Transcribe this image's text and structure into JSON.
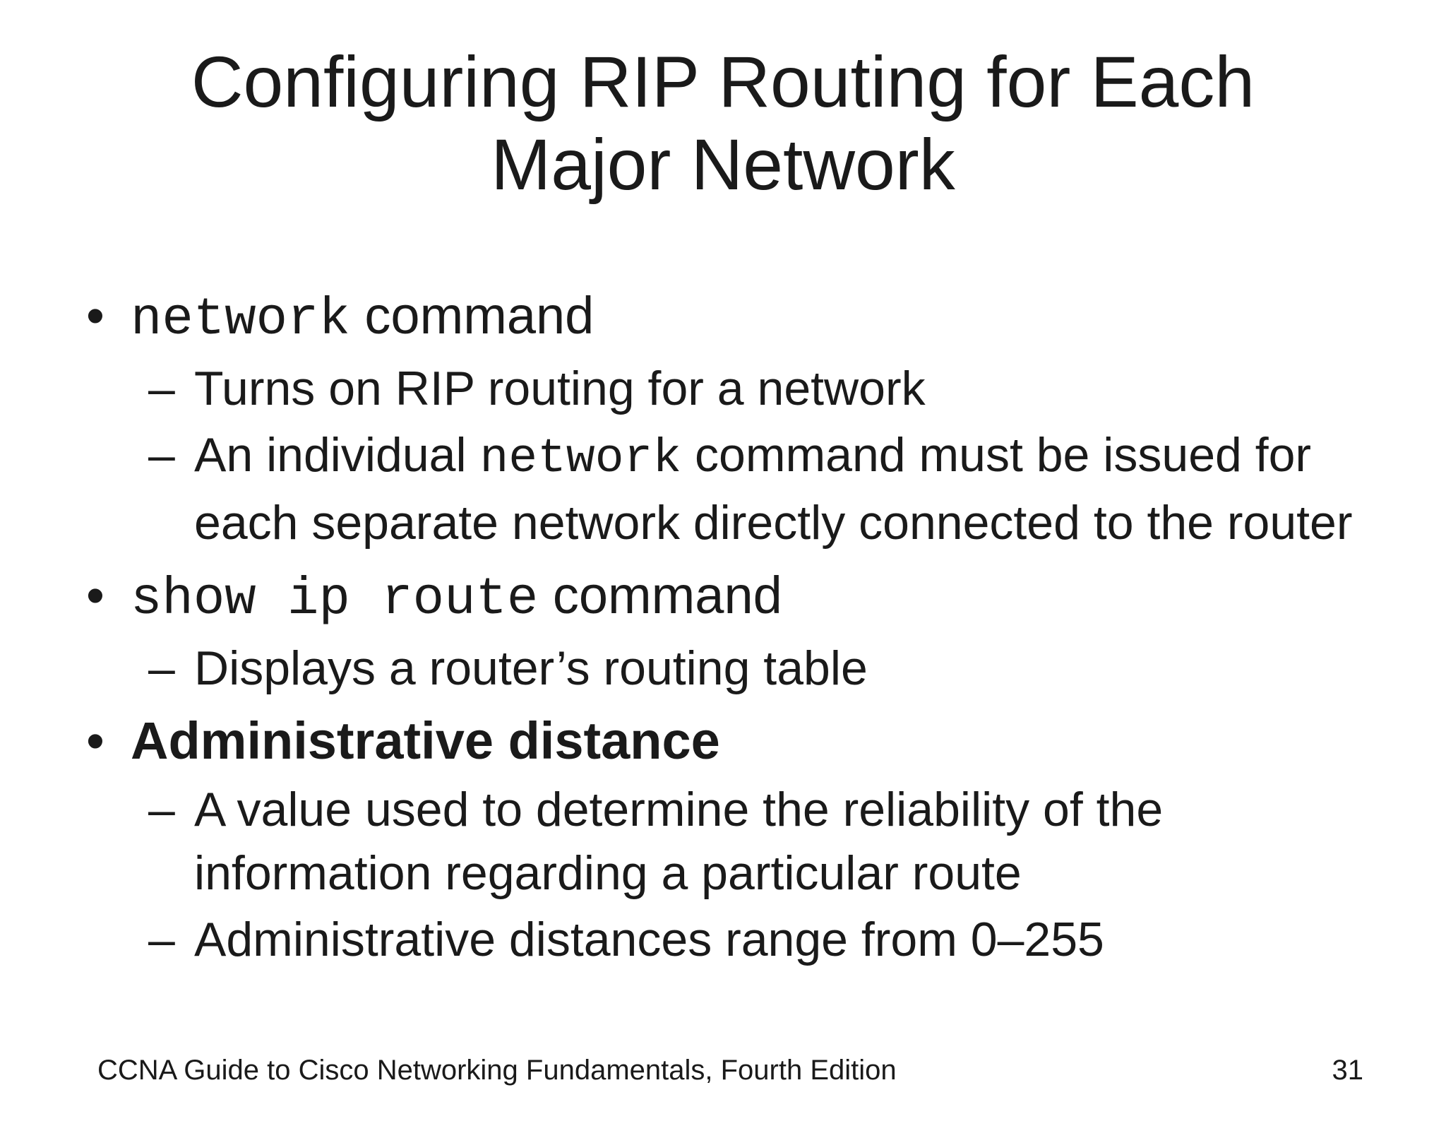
{
  "slide": {
    "title": "Configuring RIP Routing for Each Major Network",
    "markers": {
      "level1": "•",
      "level2": "–"
    },
    "bullets": [
      {
        "code": "network",
        "label": " command",
        "subs": [
          {
            "text": "Turns on RIP routing for a network"
          },
          {
            "pre": "An individual ",
            "code": "network",
            "post": " command must be issued for each separate network directly connected to the router"
          }
        ]
      },
      {
        "code": "show ip route",
        "label": " command",
        "subs": [
          {
            "text": "Displays a router’s routing table"
          }
        ]
      },
      {
        "bold_label": "Administrative distance",
        "subs": [
          {
            "text": "A value used to determine the reliability of the information regarding a particular route"
          },
          {
            "text": "Administrative distances range from 0–255"
          }
        ]
      }
    ],
    "footer": {
      "left": "CCNA Guide to Cisco Networking Fundamentals, Fourth Edition",
      "page_number": "31"
    },
    "colors": {
      "background": "#ffffff",
      "text": "#1a1a1a"
    }
  }
}
